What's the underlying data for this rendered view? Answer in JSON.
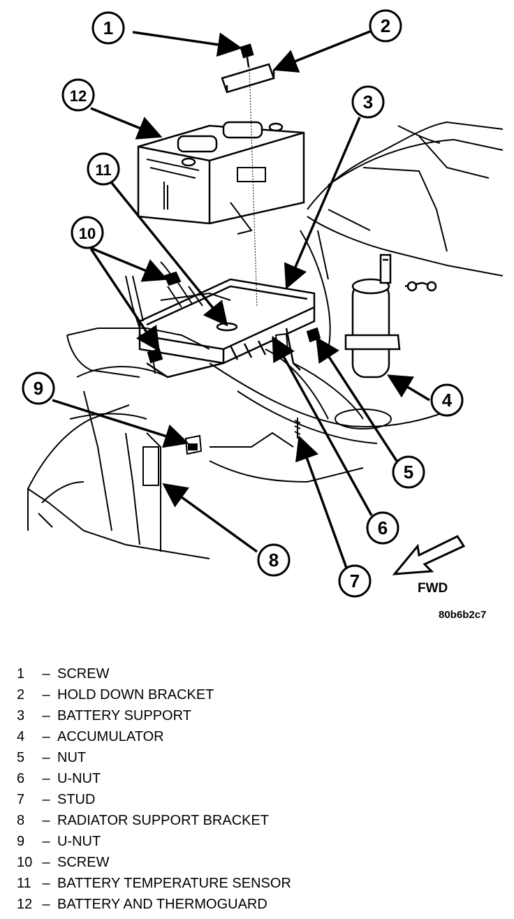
{
  "figure": {
    "callouts": [
      "1",
      "2",
      "3",
      "4",
      "5",
      "6",
      "7",
      "8",
      "9",
      "10",
      "11",
      "12"
    ],
    "direction_label": "FWD",
    "figure_code": "80b6b2c7"
  },
  "legend": {
    "items": [
      {
        "number": "1",
        "dash": "–",
        "label": "SCREW"
      },
      {
        "number": "2",
        "dash": "–",
        "label": "HOLD DOWN BRACKET"
      },
      {
        "number": "3",
        "dash": "–",
        "label": "BATTERY SUPPORT"
      },
      {
        "number": "4",
        "dash": "–",
        "label": "ACCUMULATOR"
      },
      {
        "number": "5",
        "dash": "–",
        "label": "NUT"
      },
      {
        "number": "6",
        "dash": "–",
        "label": "U-NUT"
      },
      {
        "number": "7",
        "dash": "–",
        "label": "STUD"
      },
      {
        "number": "8",
        "dash": "–",
        "label": "RADIATOR SUPPORT BRACKET"
      },
      {
        "number": "9",
        "dash": "–",
        "label": "U-NUT"
      },
      {
        "number": "10",
        "dash": "–",
        "label": "SCREW"
      },
      {
        "number": "11",
        "dash": "–",
        "label": "BATTERY TEMPERATURE SENSOR"
      },
      {
        "number": "12",
        "dash": "–",
        "label": "BATTERY AND THERMOGUARD"
      }
    ]
  }
}
